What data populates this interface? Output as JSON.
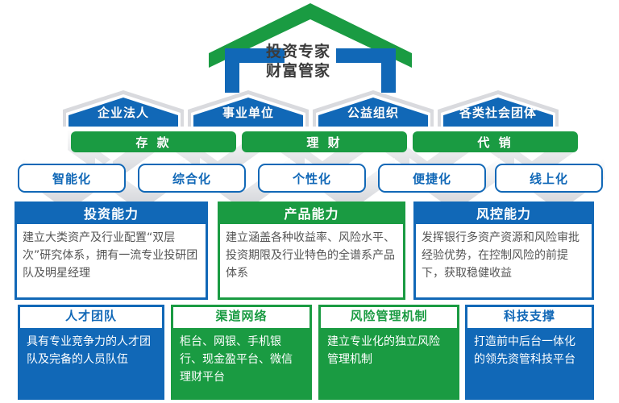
{
  "logo": {
    "line1": "投资专家",
    "line2": "财富管家",
    "roof_color": "#1a9b42",
    "pillar_color": "#1168b7",
    "text_color": "#3b3b3b"
  },
  "colors": {
    "blue": "#1168b7",
    "green": "#1a9b42",
    "shadow": "#d9dade",
    "body_text": "#555555"
  },
  "customer_segments": [
    {
      "label": "企业法人"
    },
    {
      "label": "事业单位"
    },
    {
      "label": "公益组织"
    },
    {
      "label": "各类社会团体"
    }
  ],
  "services": [
    {
      "label": "存 款"
    },
    {
      "label": "理 财"
    },
    {
      "label": "代 销"
    }
  ],
  "attributes": [
    {
      "label": "智能化"
    },
    {
      "label": "综合化"
    },
    {
      "label": "个性化"
    },
    {
      "label": "便捷化"
    },
    {
      "label": "线上化"
    }
  ],
  "capabilities": [
    {
      "title": "投资能力",
      "color": "blue",
      "body": "建立大类资产及行业配置“双层次”研究体系，拥有一流专业投研团队及明星经理"
    },
    {
      "title": "产品能力",
      "color": "green",
      "body": "建立涵盖各种收益率、风险水平、投资期限及行业特色的全谱系产品体系"
    },
    {
      "title": "风控能力",
      "color": "blue",
      "body": "发挥银行多资产资源和风险审批经验优势，在控制风险的前提下，获取稳健收益"
    }
  ],
  "foundations": [
    {
      "title": "人才团队",
      "color": "blue",
      "body": "具有专业竞争力的人才团队及完备的人员队伍"
    },
    {
      "title": "渠道网络",
      "color": "green",
      "body": "柜台、网银、手机银行、现金盈平台、微信理财平台"
    },
    {
      "title": "风险管理机制",
      "color": "green",
      "body": "建立专业化的独立风险管理机制"
    },
    {
      "title": "科技支撑",
      "color": "blue",
      "body": "打造前中后台一体化的领先资管科技平台"
    }
  ]
}
